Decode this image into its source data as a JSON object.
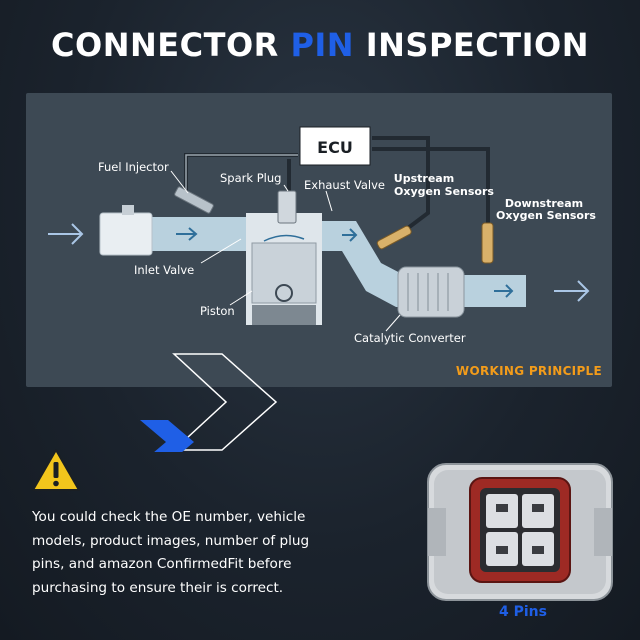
{
  "title": {
    "part1": "CONNECTOR ",
    "accent": "PIN",
    "part2": " INSPECTION"
  },
  "diagram": {
    "labels": {
      "ecu": "ECU",
      "fuel_injector": "Fuel Injector",
      "spark_plug": "Spark Plug",
      "exhaust_valve": "Exhaust Valve",
      "upstream_1": "Upstream",
      "upstream_2": "Oxygen Sensors",
      "downstream_1": "Downstream",
      "downstream_2": "Oxygen Sensors",
      "inlet_valve": "Inlet Valve",
      "piston": "Piston",
      "catalytic_converter": "Catalytic Converter"
    },
    "caption": "WORKING PRINCIPLE"
  },
  "warning": {
    "icon": "warning-triangle-icon",
    "lines": [
      "You could check the OE number, vehicle",
      "models, product images, number of plug",
      "pins, and amazon ConfirmedFit before",
      "purchasing to ensure their is correct."
    ]
  },
  "connector": {
    "icon": "4-pin-connector-icon",
    "label": "4 Pins"
  },
  "colors": {
    "accent": "#1f5fe6",
    "caption": "#f39c1a",
    "panel": "#3d4954",
    "warning": "#f2c51c"
  }
}
